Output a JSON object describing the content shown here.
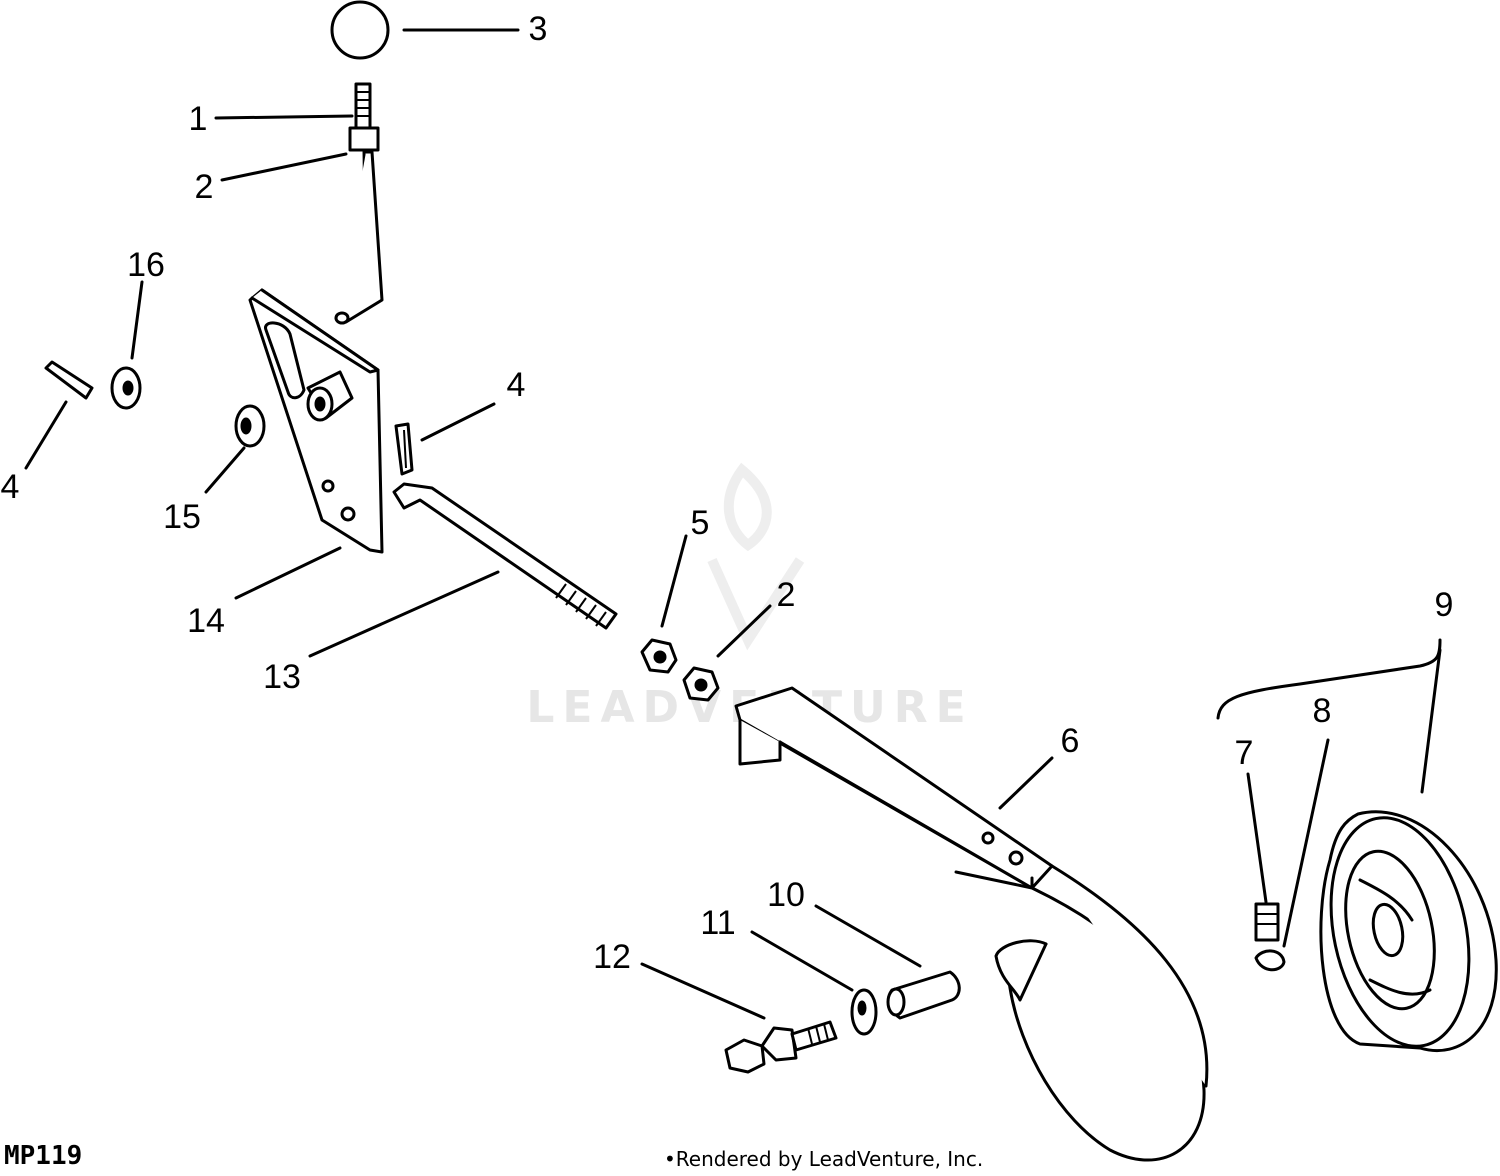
{
  "watermark": {
    "text": "LEADVENTURE"
  },
  "figure_code": "MP119",
  "credit": "•Rendered by LeadVenture, Inc.",
  "callouts": [
    "1",
    "2",
    "3",
    "16",
    "4",
    "15",
    "4",
    "14",
    "13",
    "5",
    "2",
    "9",
    "8",
    "7",
    "6",
    "10",
    "11",
    "12"
  ]
}
